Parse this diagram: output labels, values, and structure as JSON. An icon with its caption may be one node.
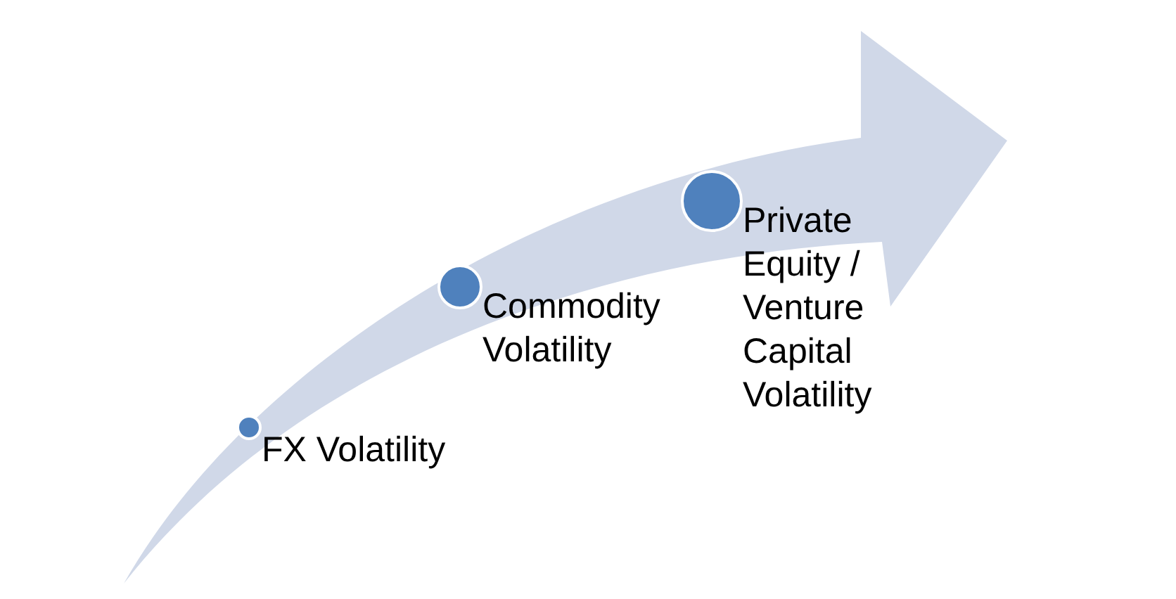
{
  "diagram": {
    "nodes": [
      {
        "text": [],
        "shape": "circle",
        "beside": [
          "FX Volatility"
        ]
      },
      {
        "text": [],
        "shape": "circle",
        "beside": [
          "Commodity Volatility"
        ]
      },
      {
        "text": [],
        "shape": "circle",
        "beside": [
          "Private Equity / Venture Capital Volatility"
        ]
      }
    ]
  }
}
